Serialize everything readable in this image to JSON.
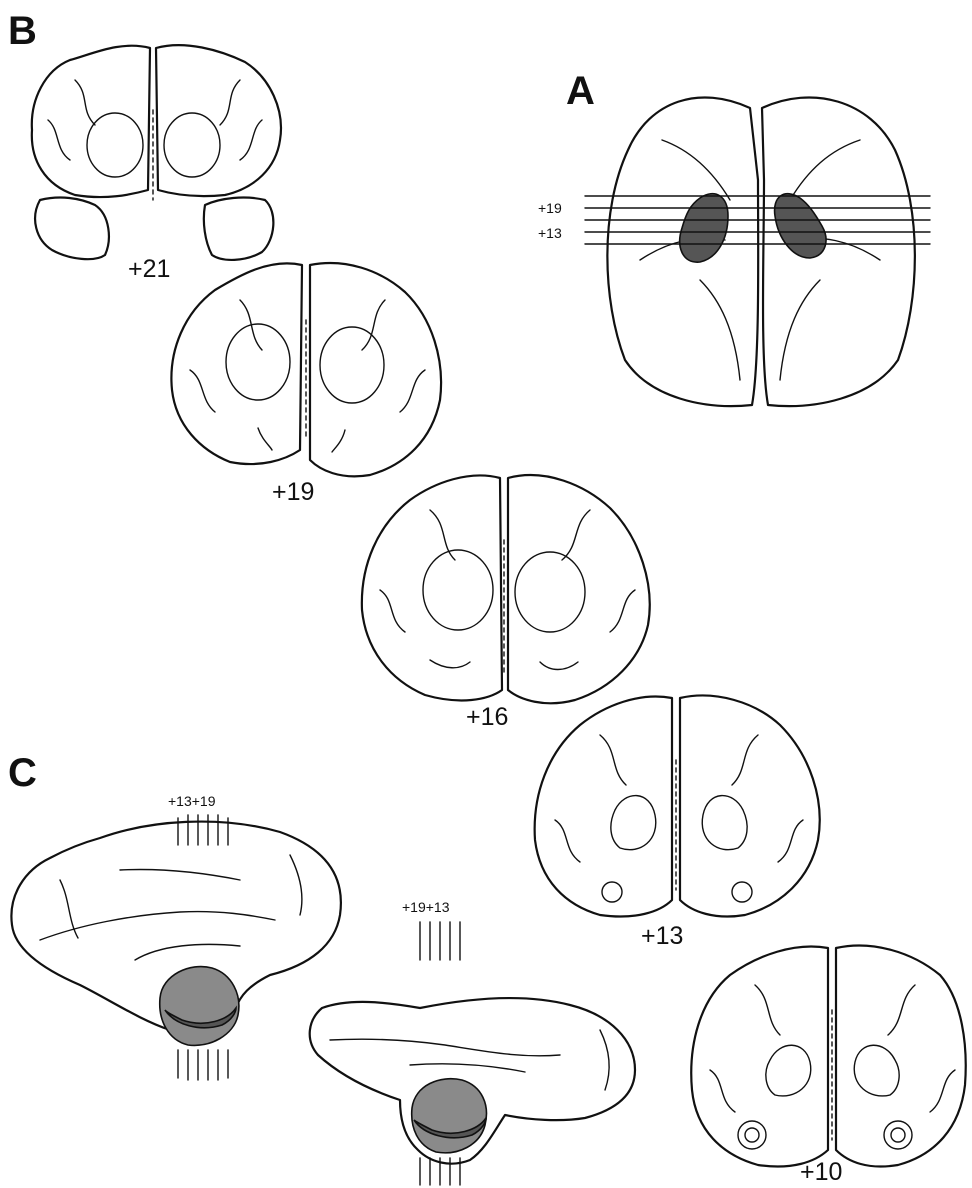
{
  "panels": {
    "a": "A",
    "b": "B",
    "c": "C"
  },
  "panel_a": {
    "levels": [
      "+19",
      "+13"
    ]
  },
  "panel_b": {
    "sections": [
      "+21",
      "+19",
      "+16",
      "+13",
      "+10"
    ]
  },
  "panel_c": {
    "left_levels": "+13+19",
    "right_levels": "+19+13"
  },
  "colors": {
    "line": "#111111",
    "lesion": "#555555",
    "background": "#ffffff"
  }
}
